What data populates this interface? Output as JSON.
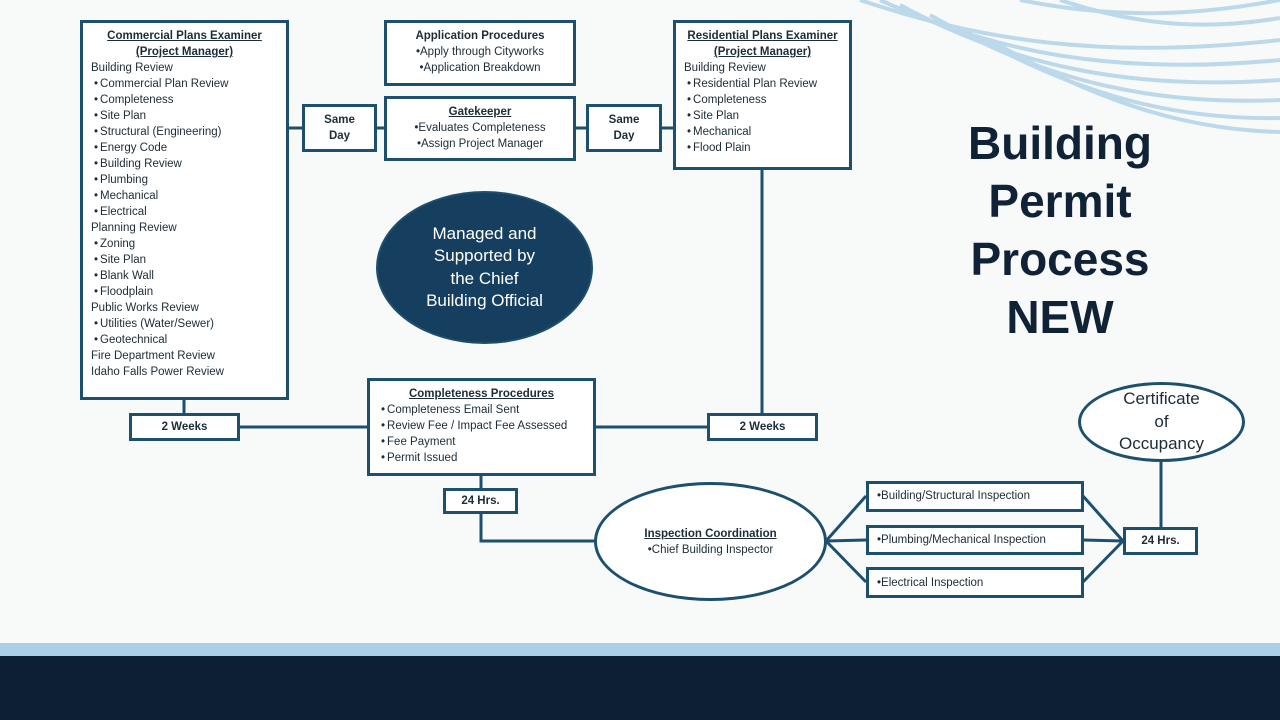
{
  "slide": {
    "title_lines": [
      "Building",
      "Permit",
      "Process",
      "NEW"
    ]
  },
  "commercial": {
    "title1": "Commercial Plans Examiner",
    "title2": "(Project Manager)",
    "lines": [
      {
        "text": "Building Review",
        "bullet": false
      },
      {
        "text": "Commercial Plan Review",
        "bullet": true
      },
      {
        "text": "Completeness",
        "bullet": true
      },
      {
        "text": "Site Plan",
        "bullet": true
      },
      {
        "text": "Structural (Engineering)",
        "bullet": true
      },
      {
        "text": "Energy Code",
        "bullet": true
      },
      {
        "text": "Building Review",
        "bullet": true
      },
      {
        "text": "Plumbing",
        "bullet": true
      },
      {
        "text": "Mechanical",
        "bullet": true
      },
      {
        "text": "Electrical",
        "bullet": true
      },
      {
        "text": "Planning Review",
        "bullet": false
      },
      {
        "text": "Zoning",
        "bullet": true
      },
      {
        "text": "Site Plan",
        "bullet": true
      },
      {
        "text": "Blank Wall",
        "bullet": true
      },
      {
        "text": "Floodplain",
        "bullet": true
      },
      {
        "text": "Public Works Review",
        "bullet": false
      },
      {
        "text": "Utilities (Water/Sewer)",
        "bullet": true
      },
      {
        "text": "Geotechnical",
        "bullet": true
      },
      {
        "text": "Fire Department Review",
        "bullet": false
      },
      {
        "text": "Idaho Falls Power Review",
        "bullet": false
      }
    ]
  },
  "application": {
    "title": "Application Procedures",
    "items": [
      "Apply through Cityworks",
      "Application Breakdown"
    ]
  },
  "gatekeeper": {
    "title": "Gatekeeper",
    "items": [
      "Evaluates Completeness",
      "Assign Project Manager"
    ]
  },
  "same_day_left": {
    "line1": "Same",
    "line2": "Day"
  },
  "same_day_right": {
    "line1": "Same",
    "line2": "Day"
  },
  "residential": {
    "title1": "Residential Plans Examiner",
    "title2": "(Project Manager)",
    "lines": [
      {
        "text": "Building Review",
        "bullet": false
      },
      {
        "text": "Residential Plan Review",
        "bullet": true
      },
      {
        "text": "Completeness",
        "bullet": true
      },
      {
        "text": "Site Plan",
        "bullet": true
      },
      {
        "text": "Mechanical",
        "bullet": true
      },
      {
        "text": "Flood Plain",
        "bullet": true
      }
    ]
  },
  "managed": {
    "lines": [
      "Managed and",
      "Supported by",
      "the Chief",
      "Building Official"
    ]
  },
  "completeness": {
    "title": "Completeness Procedures",
    "items": [
      "Completeness Email Sent",
      "Review Fee / Impact Fee Assessed",
      "Fee Payment",
      "Permit Issued"
    ]
  },
  "weeks_left": "2 Weeks",
  "weeks_right": "2 Weeks",
  "hrs_left": "24 Hrs.",
  "hrs_right": "24 Hrs.",
  "inspection_coord": {
    "title": "Inspection Coordination",
    "item": "Chief Building Inspector"
  },
  "inspections": [
    "Building/Structural Inspection",
    "Plumbing/Mechanical Inspection",
    "Electrical Inspection"
  ],
  "certificate": {
    "lines": [
      "Certificate",
      "of",
      "Occupancy"
    ]
  },
  "colors": {
    "navy": "#1d4f6e",
    "dark_ellipse": "#163f5f",
    "band_dark": "#0d1f33",
    "band_light": "#a9d0e6"
  }
}
